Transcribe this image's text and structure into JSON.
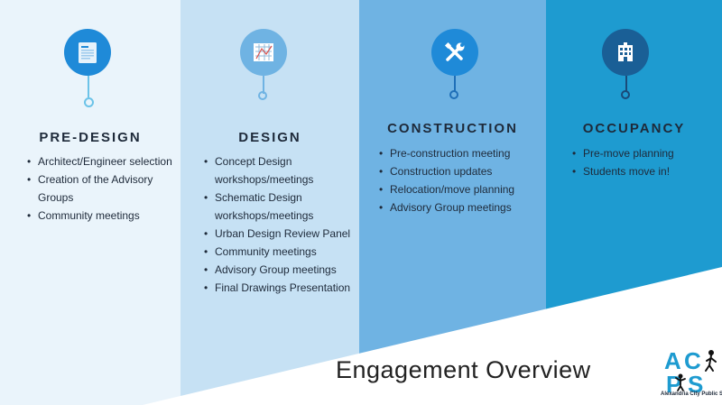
{
  "title": "Engagement Overview",
  "logo": {
    "wordmark": "ACPS",
    "caption": "Alexandria City Public Schools"
  },
  "colors": {
    "phase1_bg": "#eaf4fb",
    "phase2_bg": "#c6e1f4",
    "phase3_bg": "#6fb3e3",
    "phase4_bg": "#1e9bd0",
    "icon_blue": "#1f8ad8",
    "logo_blue": "#1e9bd0"
  },
  "phases": [
    {
      "heading": "PRE-DESIGN",
      "icon": "document-icon",
      "items": [
        "Architect/Engineer selection",
        "Creation of the Advisory Groups",
        "Community meetings"
      ]
    },
    {
      "heading": "DESIGN",
      "icon": "blueprint-map-icon",
      "items": [
        "Concept Design workshops/meetings",
        "Schematic Design workshops/meetings",
        "Urban Design Review Panel",
        "Community meetings",
        "Advisory Group meetings",
        "Final Drawings Presentation"
      ]
    },
    {
      "heading": "CONSTRUCTION",
      "icon": "tools-icon",
      "items": [
        "Pre-construction meeting",
        "Construction updates",
        "Relocation/move planning",
        "Advisory Group meetings"
      ]
    },
    {
      "heading": "OCCUPANCY",
      "icon": "building-icon",
      "items": [
        "Pre-move planning",
        "Students move in!"
      ]
    }
  ]
}
